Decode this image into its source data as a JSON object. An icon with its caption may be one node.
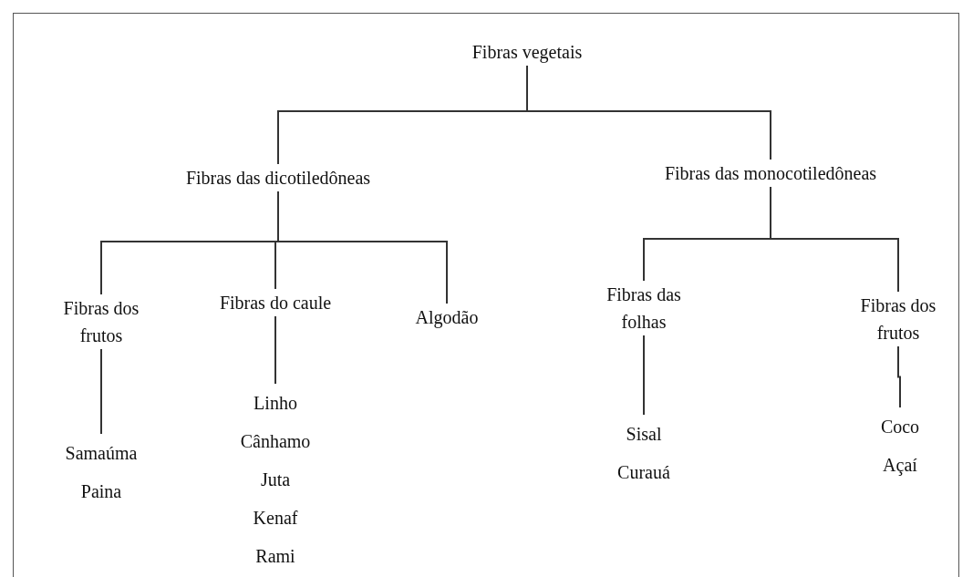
{
  "diagram": {
    "nodes": [
      {
        "text": [
          "Fibras vegetais"
        ]
      },
      {
        "text": [
          "Fibras das dicotiledôneas"
        ]
      },
      {
        "text": [
          "Fibras das monocotiledôneas"
        ]
      },
      {
        "text": [
          "Fibras dos frutos"
        ]
      },
      {
        "text": [
          "Fibras do caule"
        ]
      },
      {
        "text": [
          "Algodão"
        ]
      },
      {
        "text": [
          "Fibras das folhas"
        ]
      },
      {
        "text": [
          "Fibras dos frutos"
        ]
      },
      {
        "text": [
          "Samaúma",
          "Paina"
        ]
      },
      {
        "text": [
          "Linho",
          "Cânhamo",
          "Juta",
          "Kenaf",
          "Rami"
        ]
      },
      {
        "text": [
          "Sisal",
          "Curauá"
        ]
      },
      {
        "text": [
          "Coco",
          "Açaí"
        ]
      }
    ],
    "edges": [
      {
        "from": 0,
        "to": 1,
        "arrow": "none"
      },
      {
        "from": 0,
        "to": 2,
        "arrow": "none"
      },
      {
        "from": 1,
        "to": 3,
        "arrow": "none"
      },
      {
        "from": 1,
        "to": 4,
        "arrow": "none"
      },
      {
        "from": 1,
        "to": 5,
        "arrow": "none"
      },
      {
        "from": 2,
        "to": 6,
        "arrow": "none"
      },
      {
        "from": 2,
        "to": 7,
        "arrow": "none"
      },
      {
        "from": 3,
        "to": 8,
        "arrow": "none"
      },
      {
        "from": 4,
        "to": 9,
        "arrow": "none"
      },
      {
        "from": 6,
        "to": 10,
        "arrow": "none"
      },
      {
        "from": 7,
        "to": 11,
        "arrow": "none"
      }
    ]
  }
}
